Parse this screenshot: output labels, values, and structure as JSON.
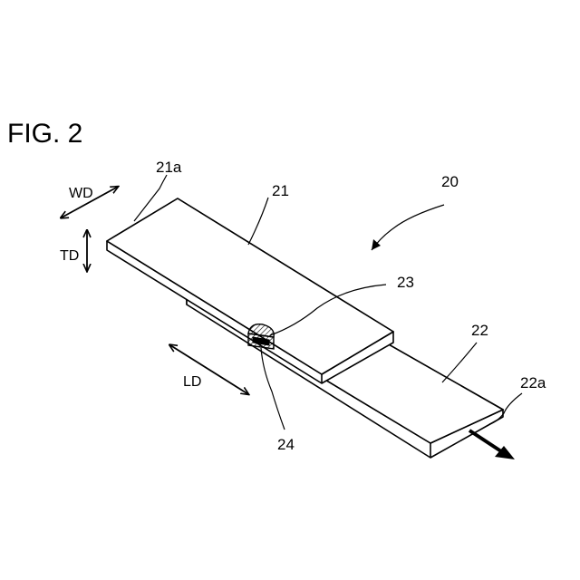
{
  "figure_label": "FIG. 2",
  "references": {
    "assembly": "20",
    "first_plate": "21",
    "first_plate_end": "21a",
    "second_plate": "22",
    "second_plate_end": "22a",
    "weld_nugget": "23",
    "weld_section": "24"
  },
  "directions": {
    "width": "WD",
    "thickness": "TD",
    "length": "LD"
  },
  "icons": [
    "double-arrow-icon",
    "pull-arrow-icon"
  ]
}
